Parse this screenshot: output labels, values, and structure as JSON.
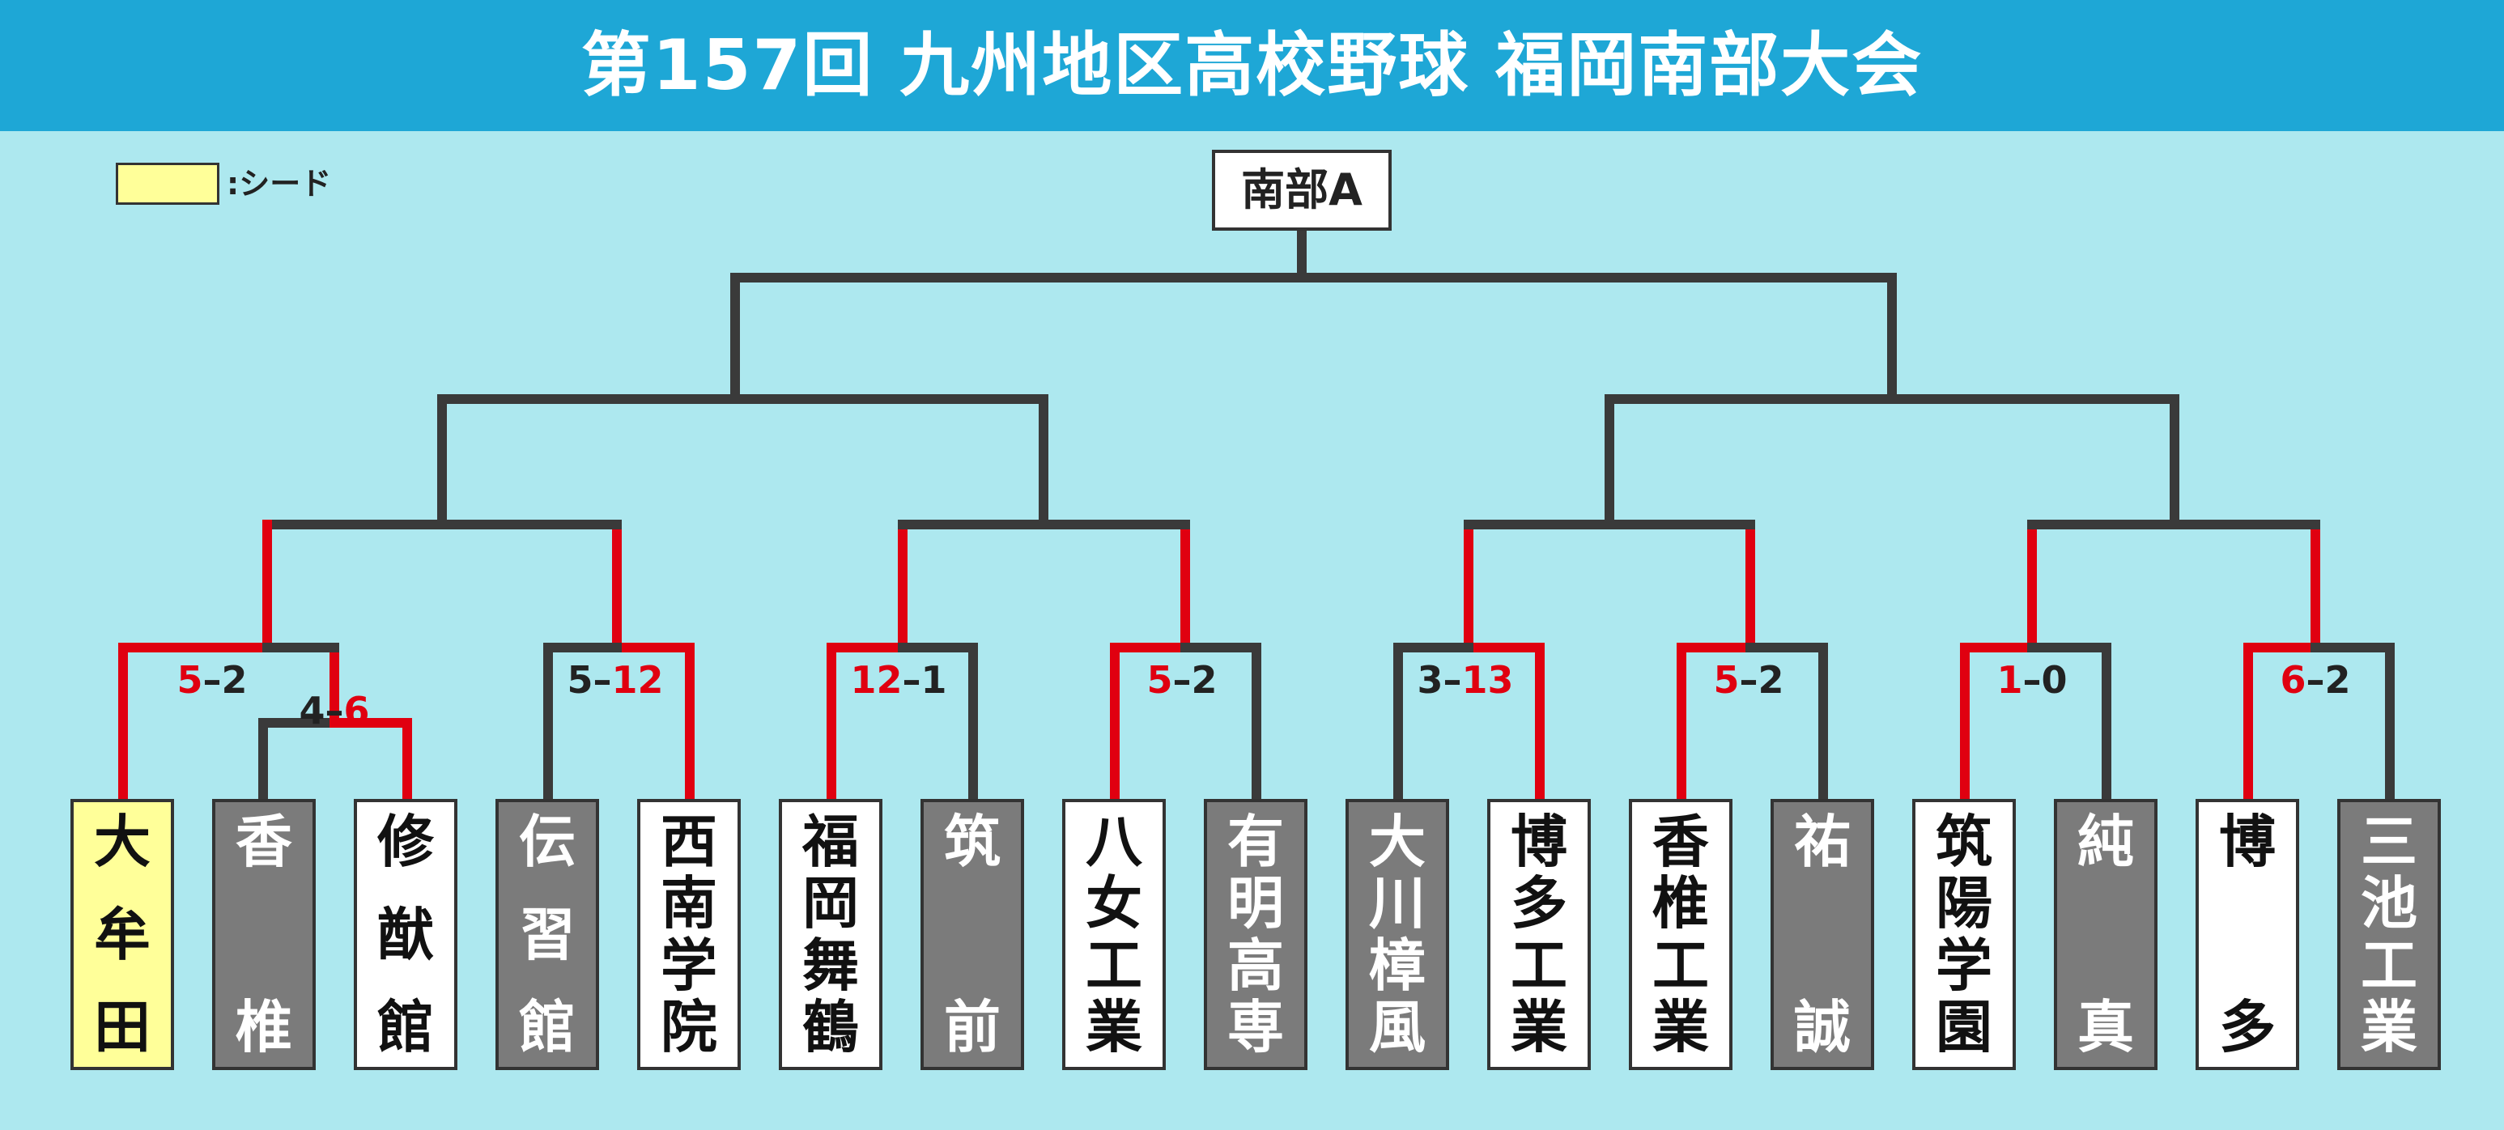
{
  "title": "第157回 九州地区高校野球 福岡南部大会",
  "legend": {
    "label": ":シード",
    "seed_color": "#ffff99"
  },
  "champion_label": "南部A",
  "colors": {
    "win_line": "#e00010",
    "base_line": "#3a3a3a",
    "winner_score": "#e00010"
  },
  "teams": [
    {
      "name": "大牟田",
      "status": "seed"
    },
    {
      "name": "香椎",
      "status": "loser"
    },
    {
      "name": "修猷館",
      "status": "winner"
    },
    {
      "name": "伝習館",
      "status": "loser"
    },
    {
      "name": "西南学院",
      "status": "winner"
    },
    {
      "name": "福岡舞鶴",
      "status": "winner"
    },
    {
      "name": "筑前",
      "status": "loser"
    },
    {
      "name": "八女工業",
      "status": "winner"
    },
    {
      "name": "有明高専",
      "status": "loser"
    },
    {
      "name": "大川樟風",
      "status": "loser"
    },
    {
      "name": "博多工業",
      "status": "winner"
    },
    {
      "name": "香椎工業",
      "status": "winner"
    },
    {
      "name": "祐誠",
      "status": "loser"
    },
    {
      "name": "筑陽学園",
      "status": "winner"
    },
    {
      "name": "純真",
      "status": "loser"
    },
    {
      "name": "博多",
      "status": "winner"
    },
    {
      "name": "三池工業",
      "status": "loser"
    }
  ],
  "scores": [
    {
      "left": "4",
      "right": "6",
      "winner": "right"
    },
    {
      "left": "5",
      "right": "2",
      "winner": "left"
    },
    {
      "left": "5",
      "right": "12",
      "winner": "right"
    },
    {
      "left": "12",
      "right": "1",
      "winner": "left"
    },
    {
      "left": "5",
      "right": "2",
      "winner": "left"
    },
    {
      "left": "3",
      "right": "13",
      "winner": "right"
    },
    {
      "left": "5",
      "right": "2",
      "winner": "left"
    },
    {
      "left": "1",
      "right": "0",
      "winner": "left"
    },
    {
      "left": "6",
      "right": "2",
      "winner": "left"
    }
  ]
}
